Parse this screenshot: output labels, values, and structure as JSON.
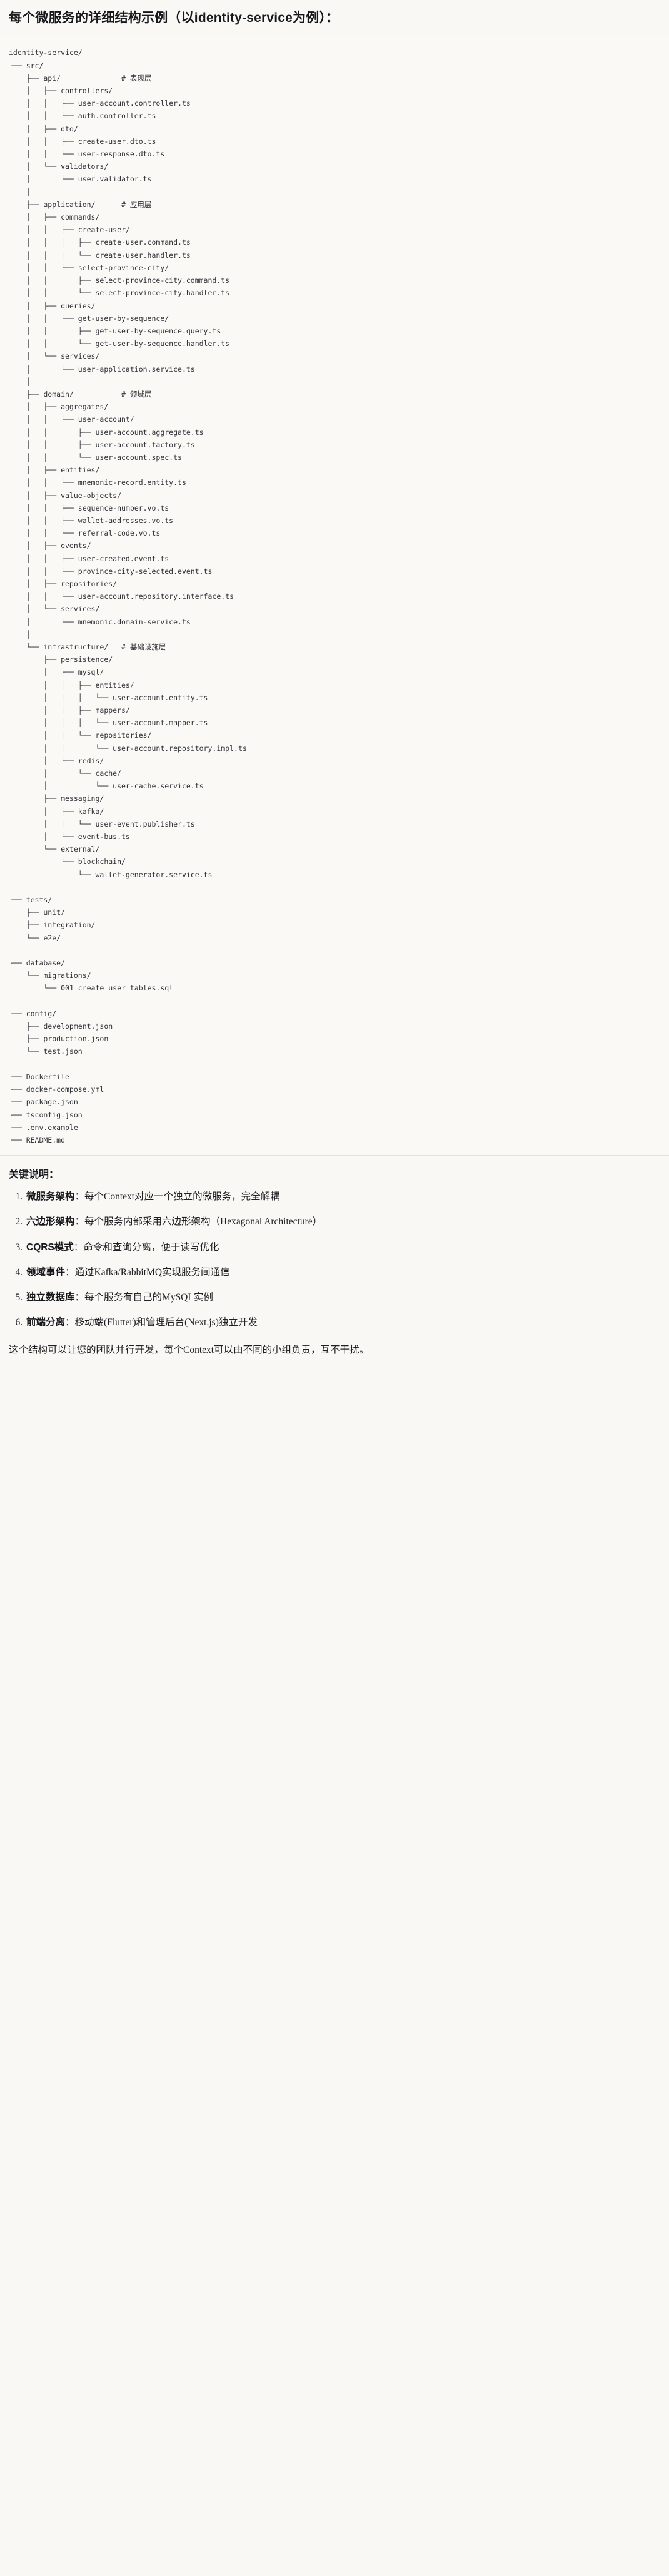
{
  "header": {
    "title": "每个微服务的详细结构示例（以identity-service为例）："
  },
  "tree": {
    "root": "identity-service/",
    "lines": [
      {
        "prefix": "",
        "name": "identity-service/",
        "comment": ""
      },
      {
        "prefix": "├── ",
        "name": "src/",
        "comment": ""
      },
      {
        "prefix": "│   ├── ",
        "name": "api/",
        "comment": "# 表现层"
      },
      {
        "prefix": "│   │   ├── ",
        "name": "controllers/",
        "comment": ""
      },
      {
        "prefix": "│   │   │   ├── ",
        "name": "user-account.controller.ts",
        "comment": ""
      },
      {
        "prefix": "│   │   │   └── ",
        "name": "auth.controller.ts",
        "comment": ""
      },
      {
        "prefix": "│   │   ├── ",
        "name": "dto/",
        "comment": ""
      },
      {
        "prefix": "│   │   │   ├── ",
        "name": "create-user.dto.ts",
        "comment": ""
      },
      {
        "prefix": "│   │   │   └── ",
        "name": "user-response.dto.ts",
        "comment": ""
      },
      {
        "prefix": "│   │   └── ",
        "name": "validators/",
        "comment": ""
      },
      {
        "prefix": "│   │       └── ",
        "name": "user.validator.ts",
        "comment": ""
      },
      {
        "prefix": "│   │",
        "name": "",
        "comment": ""
      },
      {
        "prefix": "│   ├── ",
        "name": "application/",
        "comment": "# 应用层"
      },
      {
        "prefix": "│   │   ├── ",
        "name": "commands/",
        "comment": ""
      },
      {
        "prefix": "│   │   │   ├── ",
        "name": "create-user/",
        "comment": ""
      },
      {
        "prefix": "│   │   │   │   ├── ",
        "name": "create-user.command.ts",
        "comment": ""
      },
      {
        "prefix": "│   │   │   │   └── ",
        "name": "create-user.handler.ts",
        "comment": ""
      },
      {
        "prefix": "│   │   │   └── ",
        "name": "select-province-city/",
        "comment": ""
      },
      {
        "prefix": "│   │   │       ├── ",
        "name": "select-province-city.command.ts",
        "comment": ""
      },
      {
        "prefix": "│   │   │       └── ",
        "name": "select-province-city.handler.ts",
        "comment": ""
      },
      {
        "prefix": "│   │   ├── ",
        "name": "queries/",
        "comment": ""
      },
      {
        "prefix": "│   │   │   └── ",
        "name": "get-user-by-sequence/",
        "comment": ""
      },
      {
        "prefix": "│   │   │       ├── ",
        "name": "get-user-by-sequence.query.ts",
        "comment": ""
      },
      {
        "prefix": "│   │   │       └── ",
        "name": "get-user-by-sequence.handler.ts",
        "comment": ""
      },
      {
        "prefix": "│   │   └── ",
        "name": "services/",
        "comment": ""
      },
      {
        "prefix": "│   │       └── ",
        "name": "user-application.service.ts",
        "comment": ""
      },
      {
        "prefix": "│   │",
        "name": "",
        "comment": ""
      },
      {
        "prefix": "│   ├── ",
        "name": "domain/",
        "comment": "# 领域层"
      },
      {
        "prefix": "│   │   ├── ",
        "name": "aggregates/",
        "comment": ""
      },
      {
        "prefix": "│   │   │   └── ",
        "name": "user-account/",
        "comment": ""
      },
      {
        "prefix": "│   │   │       ├── ",
        "name": "user-account.aggregate.ts",
        "comment": ""
      },
      {
        "prefix": "│   │   │       ├── ",
        "name": "user-account.factory.ts",
        "comment": ""
      },
      {
        "prefix": "│   │   │       └── ",
        "name": "user-account.spec.ts",
        "comment": ""
      },
      {
        "prefix": "│   │   ├── ",
        "name": "entities/",
        "comment": ""
      },
      {
        "prefix": "│   │   │   └── ",
        "name": "mnemonic-record.entity.ts",
        "comment": ""
      },
      {
        "prefix": "│   │   ├── ",
        "name": "value-objects/",
        "comment": ""
      },
      {
        "prefix": "│   │   │   ├── ",
        "name": "sequence-number.vo.ts",
        "comment": ""
      },
      {
        "prefix": "│   │   │   ├── ",
        "name": "wallet-addresses.vo.ts",
        "comment": ""
      },
      {
        "prefix": "│   │   │   └── ",
        "name": "referral-code.vo.ts",
        "comment": ""
      },
      {
        "prefix": "│   │   ├── ",
        "name": "events/",
        "comment": ""
      },
      {
        "prefix": "│   │   │   ├── ",
        "name": "user-created.event.ts",
        "comment": ""
      },
      {
        "prefix": "│   │   │   └── ",
        "name": "province-city-selected.event.ts",
        "comment": ""
      },
      {
        "prefix": "│   │   ├── ",
        "name": "repositories/",
        "comment": ""
      },
      {
        "prefix": "│   │   │   └── ",
        "name": "user-account.repository.interface.ts",
        "comment": ""
      },
      {
        "prefix": "│   │   └── ",
        "name": "services/",
        "comment": ""
      },
      {
        "prefix": "│   │       └── ",
        "name": "mnemonic.domain-service.ts",
        "comment": ""
      },
      {
        "prefix": "│   │",
        "name": "",
        "comment": ""
      },
      {
        "prefix": "│   └── ",
        "name": "infrastructure/",
        "comment": "# 基础设施层"
      },
      {
        "prefix": "│       ├── ",
        "name": "persistence/",
        "comment": ""
      },
      {
        "prefix": "│       │   ├── ",
        "name": "mysql/",
        "comment": ""
      },
      {
        "prefix": "│       │   │   ├── ",
        "name": "entities/",
        "comment": ""
      },
      {
        "prefix": "│       │   │   │   └── ",
        "name": "user-account.entity.ts",
        "comment": ""
      },
      {
        "prefix": "│       │   │   ├── ",
        "name": "mappers/",
        "comment": ""
      },
      {
        "prefix": "│       │   │   │   └── ",
        "name": "user-account.mapper.ts",
        "comment": ""
      },
      {
        "prefix": "│       │   │   └── ",
        "name": "repositories/",
        "comment": ""
      },
      {
        "prefix": "│       │   │       └── ",
        "name": "user-account.repository.impl.ts",
        "comment": ""
      },
      {
        "prefix": "│       │   └── ",
        "name": "redis/",
        "comment": ""
      },
      {
        "prefix": "│       │       └── ",
        "name": "cache/",
        "comment": ""
      },
      {
        "prefix": "│       │           └── ",
        "name": "user-cache.service.ts",
        "comment": ""
      },
      {
        "prefix": "│       ├── ",
        "name": "messaging/",
        "comment": ""
      },
      {
        "prefix": "│       │   ├── ",
        "name": "kafka/",
        "comment": ""
      },
      {
        "prefix": "│       │   │   └── ",
        "name": "user-event.publisher.ts",
        "comment": ""
      },
      {
        "prefix": "│       │   └── ",
        "name": "event-bus.ts",
        "comment": ""
      },
      {
        "prefix": "│       └── ",
        "name": "external/",
        "comment": ""
      },
      {
        "prefix": "│           └── ",
        "name": "blockchain/",
        "comment": ""
      },
      {
        "prefix": "│               └── ",
        "name": "wallet-generator.service.ts",
        "comment": ""
      },
      {
        "prefix": "│",
        "name": "",
        "comment": ""
      },
      {
        "prefix": "├── ",
        "name": "tests/",
        "comment": ""
      },
      {
        "prefix": "│   ├── ",
        "name": "unit/",
        "comment": ""
      },
      {
        "prefix": "│   ├── ",
        "name": "integration/",
        "comment": ""
      },
      {
        "prefix": "│   └── ",
        "name": "e2e/",
        "comment": ""
      },
      {
        "prefix": "│",
        "name": "",
        "comment": ""
      },
      {
        "prefix": "├── ",
        "name": "database/",
        "comment": ""
      },
      {
        "prefix": "│   └── ",
        "name": "migrations/",
        "comment": ""
      },
      {
        "prefix": "│       └── ",
        "name": "001_create_user_tables.sql",
        "comment": ""
      },
      {
        "prefix": "│",
        "name": "",
        "comment": ""
      },
      {
        "prefix": "├── ",
        "name": "config/",
        "comment": ""
      },
      {
        "prefix": "│   ├── ",
        "name": "development.json",
        "comment": ""
      },
      {
        "prefix": "│   ├── ",
        "name": "production.json",
        "comment": ""
      },
      {
        "prefix": "│   └── ",
        "name": "test.json",
        "comment": ""
      },
      {
        "prefix": "│",
        "name": "",
        "comment": ""
      },
      {
        "prefix": "├── ",
        "name": "Dockerfile",
        "comment": ""
      },
      {
        "prefix": "├── ",
        "name": "docker-compose.yml",
        "comment": ""
      },
      {
        "prefix": "├── ",
        "name": "package.json",
        "comment": ""
      },
      {
        "prefix": "├── ",
        "name": "tsconfig.json",
        "comment": ""
      },
      {
        "prefix": "├── ",
        "name": ".env.example",
        "comment": ""
      },
      {
        "prefix": "└── ",
        "name": "README.md",
        "comment": ""
      }
    ],
    "comment_column": 26
  },
  "notes": {
    "title": "关键说明：",
    "items": [
      {
        "num": "1.",
        "term": "微服务架构",
        "sep": "：",
        "desc": "每个Context对应一个独立的微服务，完全解耦"
      },
      {
        "num": "2.",
        "term": "六边形架构",
        "sep": "：",
        "desc": "每个服务内部采用六边形架构（Hexagonal Architecture）"
      },
      {
        "num": "3.",
        "term": "CQRS模式",
        "sep": "：",
        "desc": "命令和查询分离，便于读写优化"
      },
      {
        "num": "4.",
        "term": "领域事件",
        "sep": "：",
        "desc": "通过Kafka/RabbitMQ实现服务间通信"
      },
      {
        "num": "5.",
        "term": "独立数据库",
        "sep": "：",
        "desc": "每个服务有自己的MySQL实例"
      },
      {
        "num": "6.",
        "term": "前端分离",
        "sep": "：",
        "desc": "移动端(Flutter)和管理后台(Next.js)独立开发"
      }
    ],
    "closing": "这个结构可以让您的团队并行开发，每个Context可以由不同的小组负责，互不干扰。"
  },
  "colors": {
    "page_background": "#f9f8f4",
    "code_background": "#faf9f6",
    "text": "#1f2023",
    "code_text": "#2f3237",
    "rule": "#e3e1da"
  }
}
